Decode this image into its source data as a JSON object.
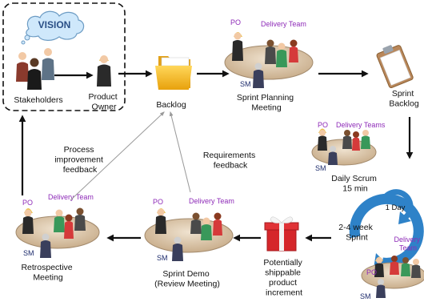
{
  "vision": "VISION",
  "stakeholders": "Stakeholders",
  "product_owner": [
    "Product",
    "Owner"
  ],
  "backlog": "Backlog",
  "sprint_planning": {
    "title": [
      "Sprint Planning",
      "Meeting"
    ],
    "po": "PO",
    "team": "Delivery Team",
    "sm": "SM"
  },
  "sprint_backlog": [
    "Sprint",
    "Backlog"
  ],
  "daily_scrum": {
    "title": [
      "Daily Scrum",
      "15 min"
    ],
    "po": "PO",
    "team": "Delivery Teams",
    "sm": "SM"
  },
  "one_day": "1 Day",
  "sprint": [
    "2-4 week",
    "Sprint"
  ],
  "sprint_team": {
    "po": "PO",
    "team": [
      "Delivery",
      "Team"
    ],
    "sm": "SM"
  },
  "increment": [
    "Potentially",
    "shippable",
    "product",
    "increment"
  ],
  "sprint_demo": {
    "title": [
      "Sprint Demo",
      "(Review Meeting)"
    ],
    "po": "PO",
    "team": "Delivery Team",
    "sm": "SM"
  },
  "retrospective": {
    "title": [
      "Retrospective",
      "Meeting"
    ],
    "po": "PO",
    "team": "Delivery Team",
    "sm": "SM"
  },
  "process_feedback": [
    "Process",
    "improvement",
    "feedback"
  ],
  "requirements_feedback": [
    "Requirements",
    "feedback"
  ],
  "colors": {
    "role_purple": "#8e2bb8",
    "role_navy": "#1b2a6b",
    "sprint_cycle": "#2e82c8",
    "gift_red": "#d5262a",
    "folder_yellow": "#f5b719",
    "table_tan": "#d9c2a5"
  }
}
